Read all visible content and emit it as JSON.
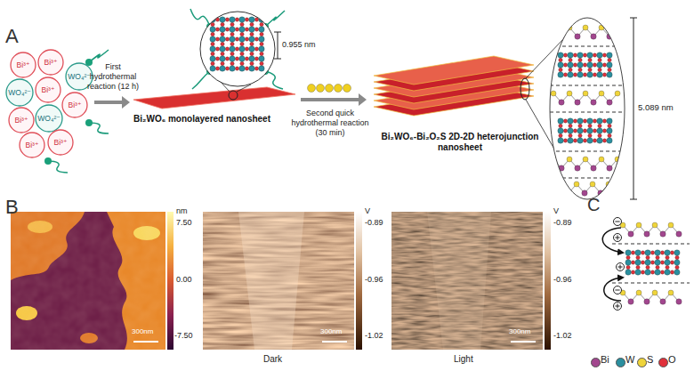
{
  "diagram": {
    "nodes": [
      {
        "text": [
          "Bi³⁺"
        ]
      },
      {
        "text": [
          "Bi³⁺"
        ]
      },
      {
        "text": [
          "WO₄²⁻"
        ]
      },
      {
        "text": [
          "WO₄²⁻"
        ]
      },
      {
        "text": [
          "Bi³⁺"
        ]
      },
      {
        "text": [
          "Bi³⁺"
        ]
      },
      {
        "text": [
          "Bi³⁺"
        ]
      },
      {
        "text": [
          "WO₄²⁻"
        ]
      },
      {
        "text": [
          "Bi³⁺"
        ]
      },
      {
        "text": [
          "Bi³⁺"
        ]
      }
    ],
    "labels": [
      "A",
      "First hydrothermal reaction (12 h)",
      "Bi₂WO₆ monolayered nanosheet",
      "0.955 nm",
      "Second quick hydrothermal reaction (30 min)",
      "Bi₂WO₆-Bi₂O₂S 2D-2D heterojunction nanosheet",
      "5.089 nm",
      "B",
      "nm",
      "7.50",
      "0.00",
      "-7.50",
      "300nm",
      "V",
      "-0.89",
      "-0.96",
      "-1.02",
      "300nm",
      "Dark",
      "V",
      "-0.89",
      "-0.96",
      "-1.02",
      "300nm",
      "Light",
      "C"
    ],
    "legend": [
      {
        "text": "Bi",
        "color": "#a2468e"
      },
      {
        "text": "W",
        "color": "#2a8f9f"
      },
      {
        "text": "S",
        "color": "#efd43a"
      },
      {
        "text": "O",
        "color": "#e0303a"
      }
    ]
  }
}
